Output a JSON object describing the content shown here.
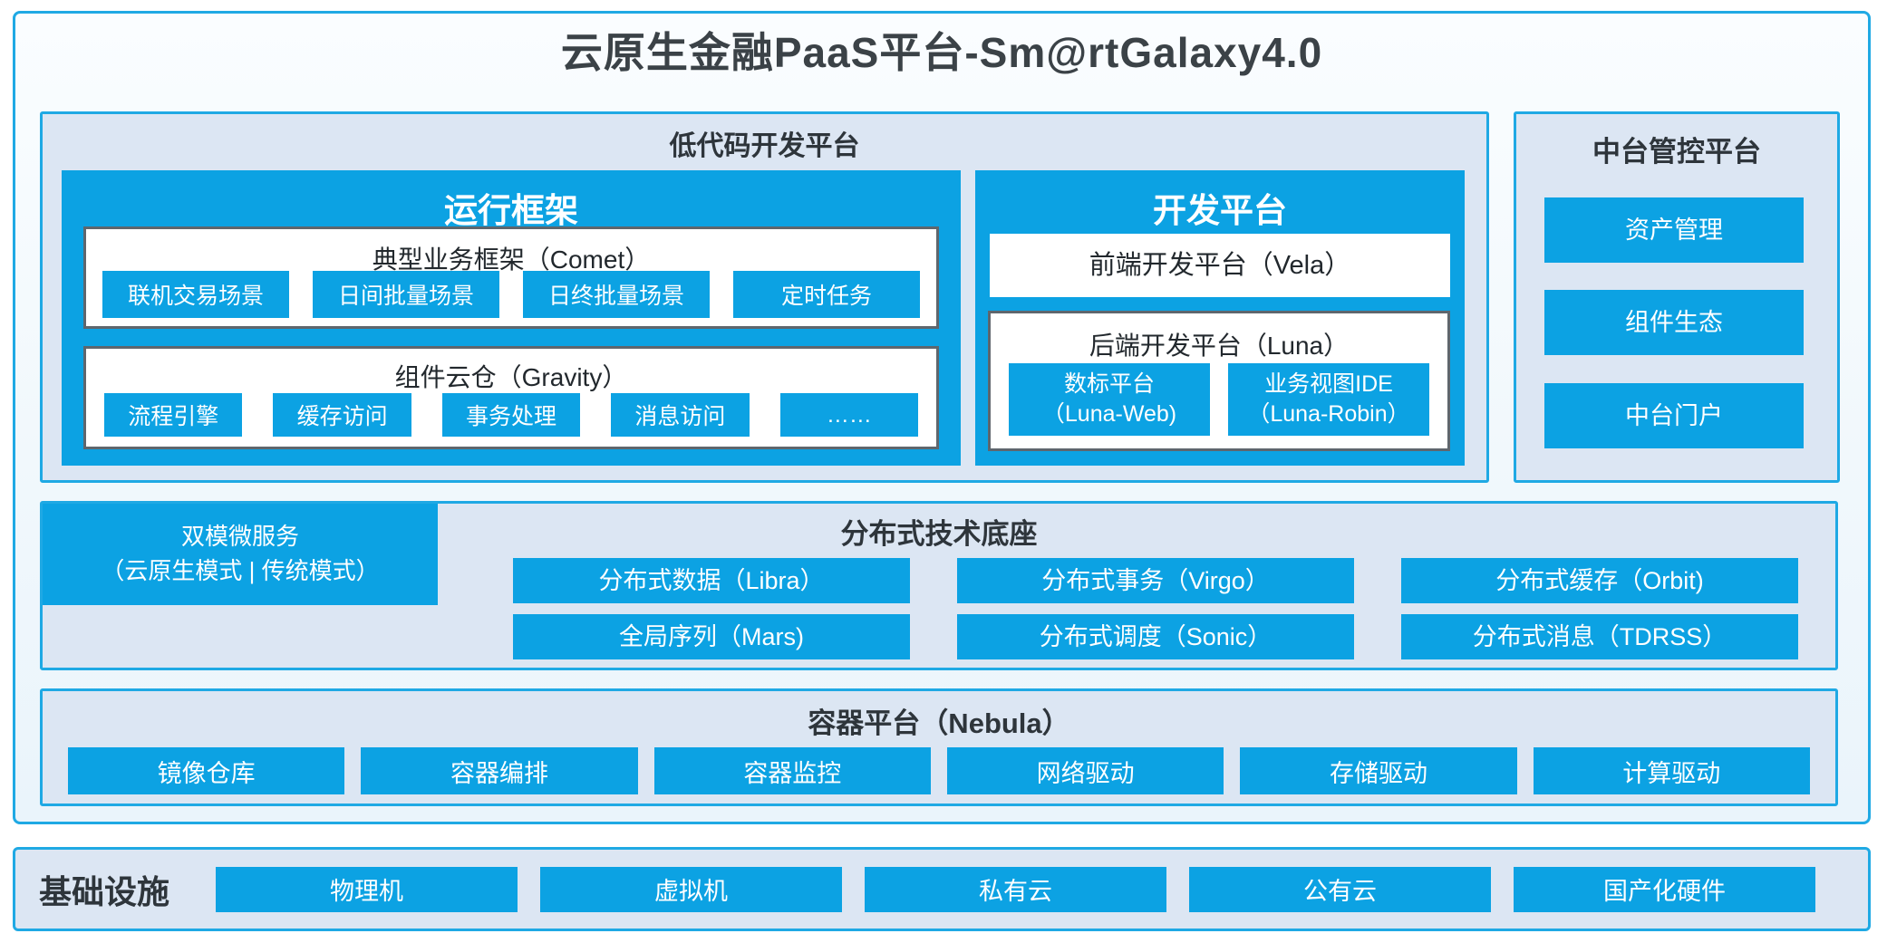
{
  "title": "云原生金融PaaS平台-Sm@rtGalaxy4.0",
  "colors": {
    "accent_blue": "#0ca2e3",
    "panel_border_cyan": "#1fa9e4",
    "panel_background": "#dce6f3",
    "whitebox_border_gray": "#5f666d",
    "heading_text": "#2e353b"
  },
  "low_code_platform": {
    "label": "低代码开发平台",
    "runtime_framework": {
      "label": "运行框架",
      "business_framework": {
        "label": "典型业务框架（Comet）",
        "items": [
          "联机交易场景",
          "日间批量场景",
          "日终批量场景",
          "定时任务"
        ]
      },
      "component_warehouse": {
        "label": "组件云仓（Gravity）",
        "items": [
          "流程引擎",
          "缓存访问",
          "事务处理",
          "消息访问",
          "……"
        ]
      }
    },
    "dev_platform": {
      "label": "开发平台",
      "frontend_label": "前端开发平台（Vela）",
      "backend": {
        "label": "后端开发平台（Luna）",
        "items": [
          {
            "line1": "数标平台",
            "line2": "（Luna-Web)"
          },
          {
            "line1": "业务视图IDE",
            "line2": "（Luna-Robin）"
          }
        ]
      }
    }
  },
  "middle_platform": {
    "label": "中台管控平台",
    "items": [
      "资产管理",
      "组件生态",
      "中台门户"
    ]
  },
  "distributed_base": {
    "label": "分布式技术底座",
    "dual_microservice": {
      "line1": "双模微服务",
      "line2": "（云原生模式 | 传统模式）"
    },
    "grid": [
      [
        "分布式数据（Libra）",
        "分布式事务（Virgo）",
        "分布式缓存（Orbit)"
      ],
      [
        "全局序列（Mars)",
        "分布式调度（Sonic）",
        "分布式消息（TDRSS）"
      ]
    ]
  },
  "container_platform": {
    "label": "容器平台（Nebula）",
    "items": [
      "镜像仓库",
      "容器编排",
      "容器监控",
      "网络驱动",
      "存储驱动",
      "计算驱动"
    ]
  },
  "infrastructure": {
    "label": "基础设施",
    "items": [
      "物理机",
      "虚拟机",
      "私有云",
      "公有云",
      "国产化硬件"
    ]
  }
}
